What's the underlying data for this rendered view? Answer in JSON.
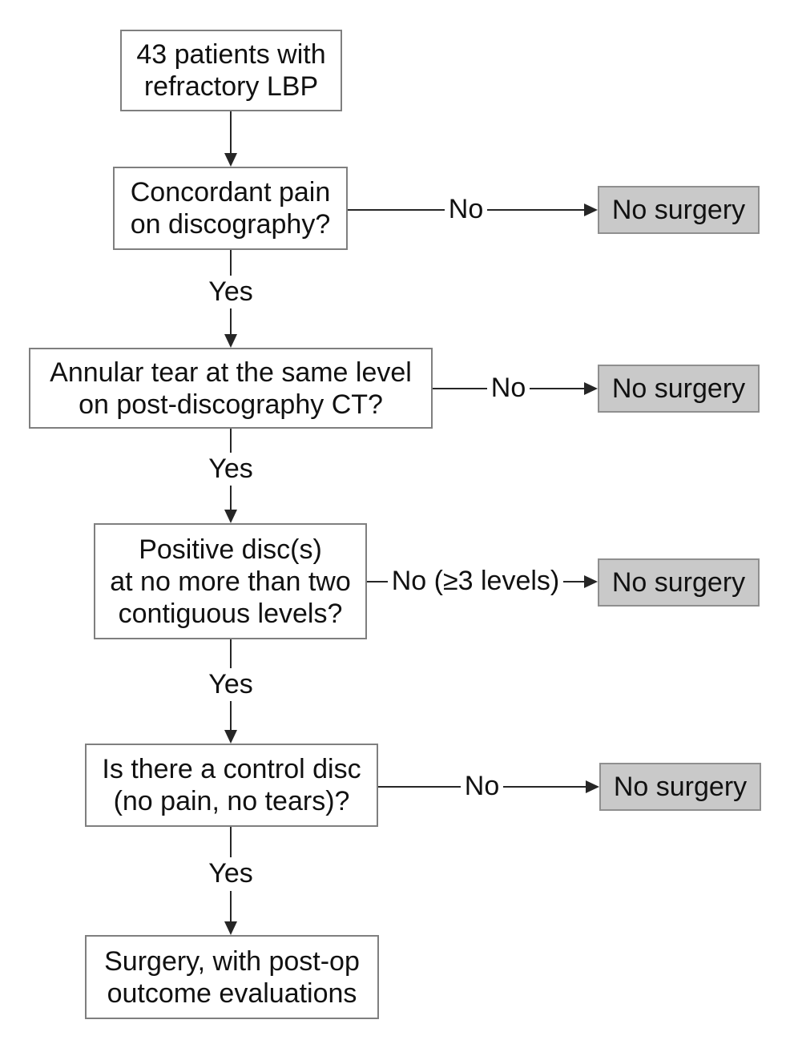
{
  "figure": {
    "type": "flowchart",
    "background": "#ffffff",
    "colors": {
      "node_fill": "#ffffff",
      "node_border": "#7f7f7f",
      "terminal_fill": "#c9c9c9",
      "terminal_border": "#8f8f8f",
      "connector": "#262626",
      "text": "#111111"
    },
    "nodes": {
      "start": {
        "lines": [
          "43 patients with",
          "refractory LBP"
        ]
      },
      "q1": {
        "lines": [
          "Concordant pain",
          "on discography?"
        ]
      },
      "q2": {
        "lines": [
          "Annular tear at the same level",
          "on post-discography CT?"
        ]
      },
      "q3": {
        "lines": [
          "Positive disc(s)",
          "at no more than two",
          "contiguous levels?"
        ]
      },
      "q4": {
        "lines": [
          "Is there a control disc",
          "(no pain, no tears)?"
        ]
      },
      "surgery": {
        "lines": [
          "Surgery, with post-op",
          "outcome evaluations"
        ]
      },
      "no_surgery": [
        "No surgery",
        "No surgery",
        "No surgery",
        "No surgery"
      ]
    },
    "edge_labels": {
      "yes": [
        "Yes",
        "Yes",
        "Yes",
        "Yes"
      ],
      "no": [
        "No",
        "No",
        "No (≥3 levels)",
        "No"
      ]
    },
    "edges": [
      {
        "from": "start",
        "to": "q1",
        "label": ""
      },
      {
        "from": "q1",
        "to": "no_surgery_1",
        "label": "No"
      },
      {
        "from": "q1",
        "to": "q2",
        "label": "Yes"
      },
      {
        "from": "q2",
        "to": "no_surgery_2",
        "label": "No"
      },
      {
        "from": "q2",
        "to": "q3",
        "label": "Yes"
      },
      {
        "from": "q3",
        "to": "no_surgery_3",
        "label": "No (≥3 levels)"
      },
      {
        "from": "q3",
        "to": "q4",
        "label": "Yes"
      },
      {
        "from": "q4",
        "to": "no_surgery_4",
        "label": "No"
      },
      {
        "from": "q4",
        "to": "surgery",
        "label": "Yes"
      }
    ]
  }
}
